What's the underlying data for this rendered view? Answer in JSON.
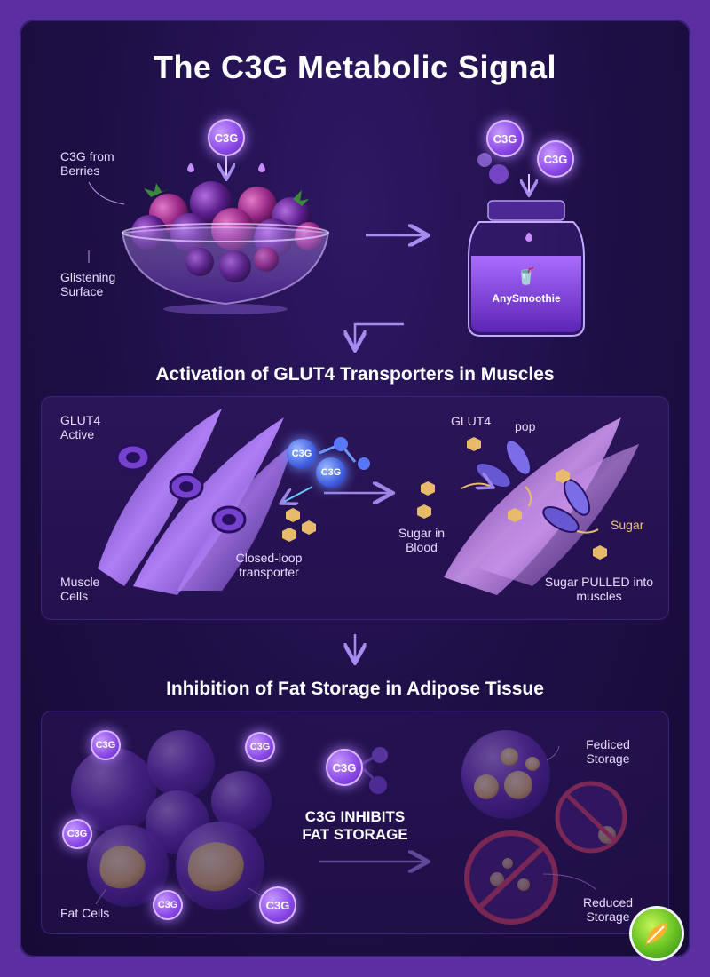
{
  "title": "The C3G Metabolic Signal",
  "section1": {
    "pill_top": "C3G",
    "pill_jar_a": "C3G",
    "pill_jar_b": "C3G",
    "label_source": "C3G from Berries",
    "label_surface": "Glistening Surface",
    "jar_brand": "AnySmoothie"
  },
  "section2": {
    "heading": "Activation of GLUT4 Transporters in Muscles",
    "label_glut4_active": "GLUT4 Active",
    "label_muscle_cells": "Muscle Cells",
    "label_closed_loop": "Closed-loop transporter",
    "pill_a": "C3G",
    "pill_b": "C3G",
    "label_glut4": "GLUT4",
    "label_pop": "pop",
    "label_sugar_blood": "Sugar in Blood",
    "label_sugar": "Sugar",
    "label_sugar_pulled": "Sugar PULLED into muscles"
  },
  "section3": {
    "heading": "Inhibition of Fat Storage in Adipose Tissue",
    "pills": [
      "C3G",
      "C3G",
      "C3G",
      "C3G",
      "C3G"
    ],
    "label_fat_cells": "Fat Cells",
    "center_label": "C3G INHIBITS FAT STORAGE",
    "center_pill": "C3G",
    "label_fediced": "Fediced Storage",
    "label_reduced": "Reduced Storage"
  },
  "colors": {
    "background": "#5a2fa0",
    "panel": "#2a1558",
    "accent_purple": "#9a5cf0",
    "sugar": "#f2c46b",
    "inhibit_red": "#e2405a"
  },
  "icons": [
    "cup-icon",
    "arrow-right-icon",
    "arrow-down-icon",
    "prohibit-icon",
    "leaf-logo-icon"
  ]
}
